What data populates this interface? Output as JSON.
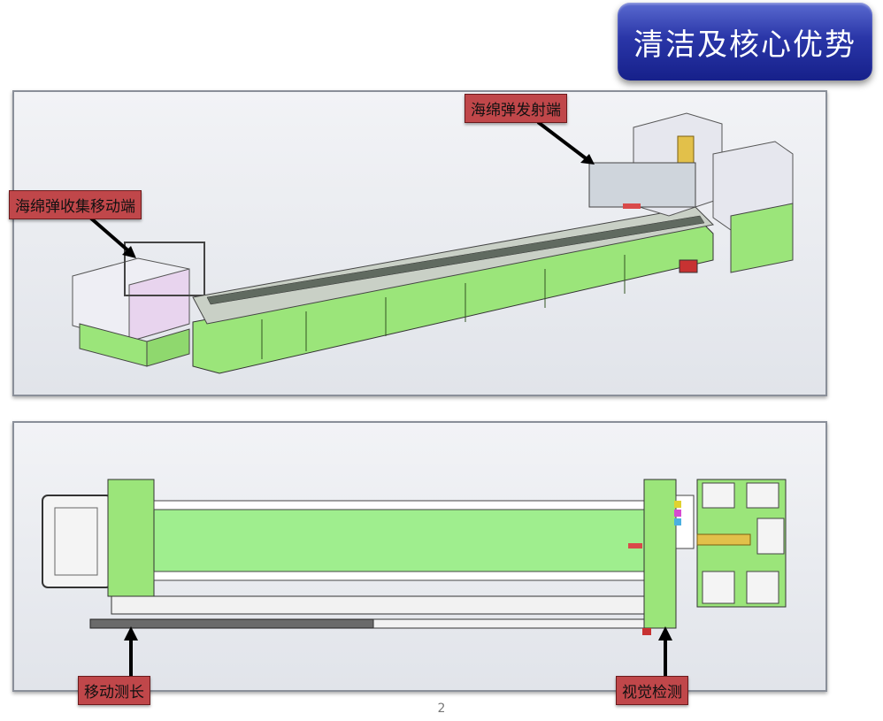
{
  "slide": {
    "title": "清洁及核心优势",
    "page_number": "2"
  },
  "top_view": {
    "label_emitter": "海绵弹发射端",
    "label_collector": "海绵弹收集移动端"
  },
  "bottom_view": {
    "label_move_measure": "移动测长",
    "label_vision": "视觉检测"
  },
  "colors": {
    "title_bg": "#2a36a8",
    "label_bg": "#c0474a",
    "machine_green": "#9be57a"
  }
}
